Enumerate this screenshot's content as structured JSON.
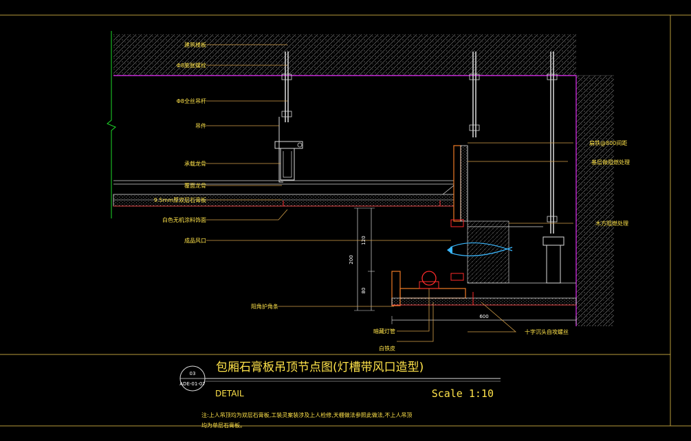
{
  "drawing": {
    "labels_left": [
      "建筑楼板",
      "Φ8膨胀螺栓",
      "Φ8全丝吊杆",
      "吊件",
      "承载龙骨",
      "覆面龙骨",
      "9.5mm厚双层石膏板",
      "白色无机涂料饰面",
      "成品风口",
      "阳角护角条"
    ],
    "labels_right": [
      "扁铁@800间距",
      "基层做阻燃处理",
      "木方阻燃处理"
    ],
    "labels_bottom": [
      "暗藏灯管",
      "白铁皮",
      "十字沉头自攻螺丝"
    ],
    "dims": {
      "d120": "120",
      "d200": "200",
      "d80": "80",
      "d600": "600"
    }
  },
  "title_block": {
    "detail_no": "03",
    "sheet_no": "ADE-01-07",
    "title": "包厢石膏板吊顶节点图(灯槽带风口造型)",
    "detail": "DETAIL",
    "scale": "Scale 1:10"
  },
  "notes": [
    "注:上人吊顶均为双层石膏板,工装灵案装涉及上人检修,天棚做法参照此做法,不上人吊顶",
    "均为单层石膏板。"
  ],
  "colors": {
    "background": "#000000",
    "text": "#ffe34a",
    "slab_boundary": "#c42ad4",
    "axis": "#1edc2a",
    "hatch": "#9a9a9a",
    "leader": "#d7a24a",
    "wood": "#f07a26",
    "red": "#ff2a2a"
  }
}
